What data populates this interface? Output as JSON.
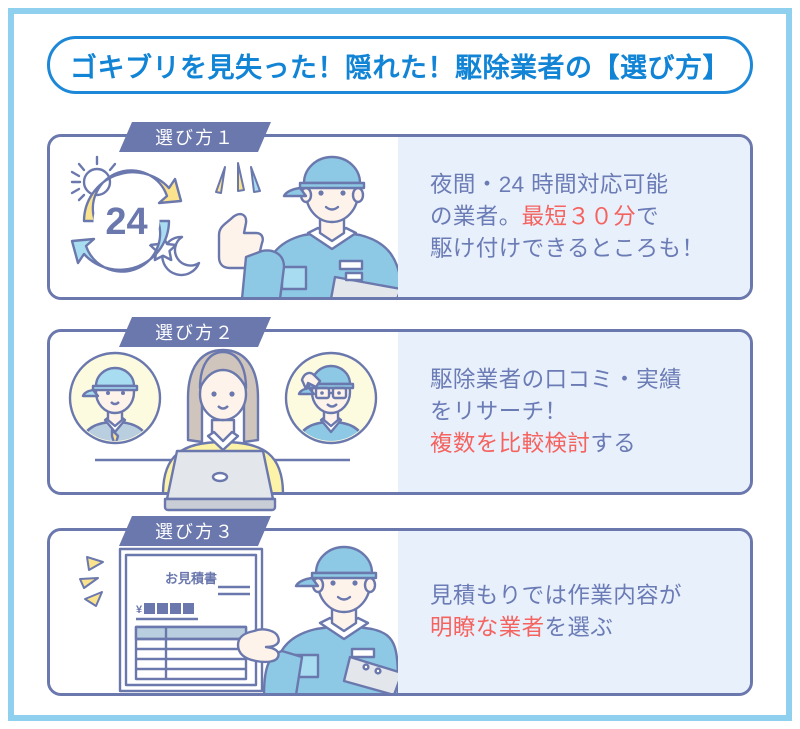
{
  "theme": {
    "frame_border": "#8fd0ee",
    "title_blue": "#1184d6",
    "banner_slate": "#6b78ad",
    "text_blue": "#6b7bb5",
    "accent_red": "#f4635f",
    "panel_bg": "#e8f0fb",
    "illus_blue": "#8dc8e4",
    "illus_yellow": "#fbe38d",
    "card_border": "#6b78ad"
  },
  "header": {
    "title": "ゴキブリを見失った！隠れた！駆除業者の【選び方】"
  },
  "steps": [
    {
      "badge": "選び方１",
      "lines": [
        [
          {
            "t": "夜間・24 時間対応可能",
            "hl": false
          }
        ],
        [
          {
            "t": "の業者。",
            "hl": false
          },
          {
            "t": "最短３０分",
            "hl": true
          },
          {
            "t": "で",
            "hl": false
          }
        ],
        [
          {
            "t": "駆け付けできるところも！",
            "hl": false
          }
        ]
      ],
      "illustration": {
        "name": "24-hour-service-illustration",
        "elements": [
          "sun-icon",
          "moon-star-icon",
          "24-hour-cycle-arrows",
          "24-label",
          "worker-thumbs-up",
          "sparkle-lines"
        ],
        "center_label": "24"
      }
    },
    {
      "badge": "選び方２",
      "lines": [
        [
          {
            "t": "駆除業者の口コミ・実績",
            "hl": false
          }
        ],
        [
          {
            "t": "をリサーチ！",
            "hl": false
          }
        ],
        [
          {
            "t": "複数を比較検討",
            "hl": true
          },
          {
            "t": "する",
            "hl": false
          }
        ]
      ],
      "illustration": {
        "name": "research-reviews-illustration",
        "elements": [
          "avatar-worker-left",
          "woman-with-laptop",
          "avatar-worker-glasses-right",
          "desk-line"
        ]
      }
    },
    {
      "badge": "選び方３",
      "lines": [
        [
          {
            "t": "見積もりでは作業内容が",
            "hl": false
          }
        ],
        [
          {
            "t": "明瞭な業者",
            "hl": true
          },
          {
            "t": "を選ぶ",
            "hl": false
          }
        ]
      ],
      "illustration": {
        "name": "estimate-document-illustration",
        "elements": [
          "estimate-sheet",
          "yen-symbol",
          "price-blocks",
          "estimate-table",
          "sparkle-lines",
          "worker-presenting"
        ],
        "document_title": "お見積書",
        "currency_symbol": "¥"
      }
    }
  ]
}
